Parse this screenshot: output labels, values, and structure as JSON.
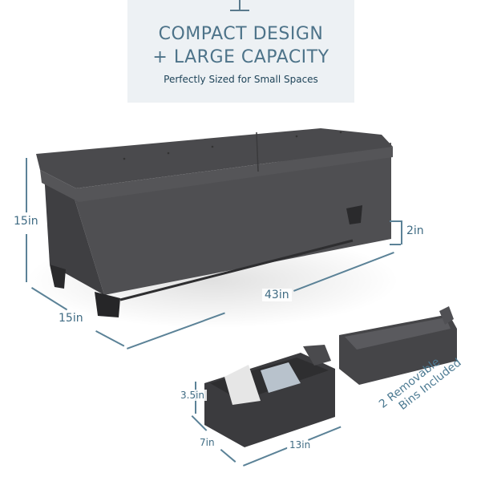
{
  "banner": {
    "headline_line1": "COMPACT DESIGN",
    "headline_line2": "+ LARGE CAPACITY",
    "subheadline": "Perfectly Sized for Small Spaces",
    "background_color": "#edf1f4",
    "text_color": "#4d7389"
  },
  "bench": {
    "dimensions": {
      "height": "15in",
      "depth": "15in",
      "width": "43in",
      "leg_height": "2in"
    },
    "color": "#4a4a4c"
  },
  "bins": {
    "caption_line1": "2 Removable",
    "caption_line2": "Bins Included",
    "dimensions": {
      "height": "3.5in",
      "depth": "7in",
      "width": "13in"
    },
    "color": "#3a3a3c"
  },
  "accent_color": "#5b8297"
}
